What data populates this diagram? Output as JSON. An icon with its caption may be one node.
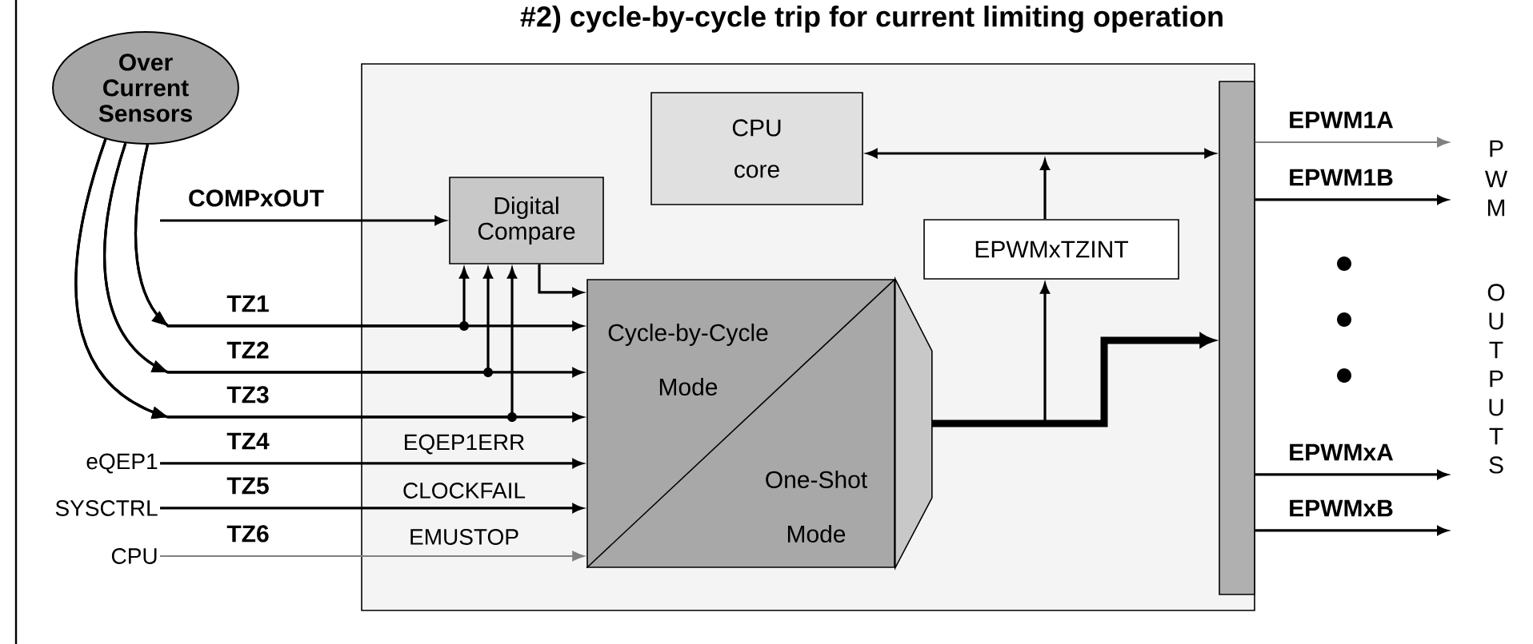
{
  "diagram": {
    "title": "#2) cycle-by-cycle trip for current limiting operation",
    "nodes": [
      {
        "text": [
          "Over Current Sensors"
        ]
      },
      {
        "text": [],
        "shape": "box"
      },
      {
        "text": [
          "CPU core"
        ],
        "in": 1
      },
      {
        "text": [
          "Digital Compare"
        ],
        "in": 1
      },
      {
        "text": [
          "Cycle-by-Cycle Mode",
          "One-Shot Mode"
        ],
        "in": 1
      },
      {
        "text": [
          "EPWMxTZINT"
        ],
        "in": 1
      },
      {
        "text": [],
        "shape": "bar",
        "in": 1
      },
      {
        "text": [
          "eQEP1"
        ]
      },
      {
        "text": [
          "SYSCTRL"
        ]
      },
      {
        "text": [
          "CPU"
        ]
      }
    ],
    "edges": [
      {
        "from": 0,
        "to": 4,
        "arrow": "to",
        "label": "TZ1"
      },
      {
        "from": 0,
        "to": 4,
        "arrow": "to",
        "label": "TZ2"
      },
      {
        "from": 0,
        "to": 4,
        "arrow": "to",
        "label": "TZ3"
      },
      {
        "from": 0,
        "to": 3,
        "arrow": "to"
      },
      {
        "from": 0,
        "to": 3,
        "arrow": "to"
      },
      {
        "from": 0,
        "to": 3,
        "arrow": "to"
      },
      {
        "from": null,
        "to": 3,
        "arrow": "to",
        "label": "COMPxOUT"
      },
      {
        "from": 3,
        "to": 4,
        "arrow": "to"
      },
      {
        "from": 7,
        "to": 4,
        "arrow": "to",
        "label": "TZ4"
      },
      {
        "from": 8,
        "to": 4,
        "arrow": "to",
        "label": "TZ5"
      },
      {
        "from": 9,
        "to": 4,
        "arrow": "to",
        "label": "TZ6",
        "color": "#808080"
      },
      {
        "from": 4,
        "to": 6,
        "arrow": "to",
        "style": "thick"
      },
      {
        "from": 4,
        "to": 5,
        "arrow": "to"
      },
      {
        "from": 2,
        "to": 6,
        "arrow": "both"
      },
      {
        "from": 5,
        "to": null,
        "arrow": "to"
      },
      {
        "from": 6,
        "to": null,
        "arrow": "to",
        "label": "EPWM1A",
        "color": "#808080"
      },
      {
        "from": 6,
        "to": null,
        "arrow": "to",
        "label": "EPWM1B"
      },
      {
        "from": 6,
        "to": null,
        "arrow": "to",
        "label": "EPWMxA"
      },
      {
        "from": 6,
        "to": null,
        "arrow": "to",
        "label": "EPWMxB"
      }
    ],
    "labels": [
      "EQEP1ERR",
      "CLOCKFAIL",
      "EMUSTOP",
      "P",
      "W",
      "M",
      "O",
      "U",
      "T",
      "P",
      "U",
      "T",
      "S"
    ]
  }
}
